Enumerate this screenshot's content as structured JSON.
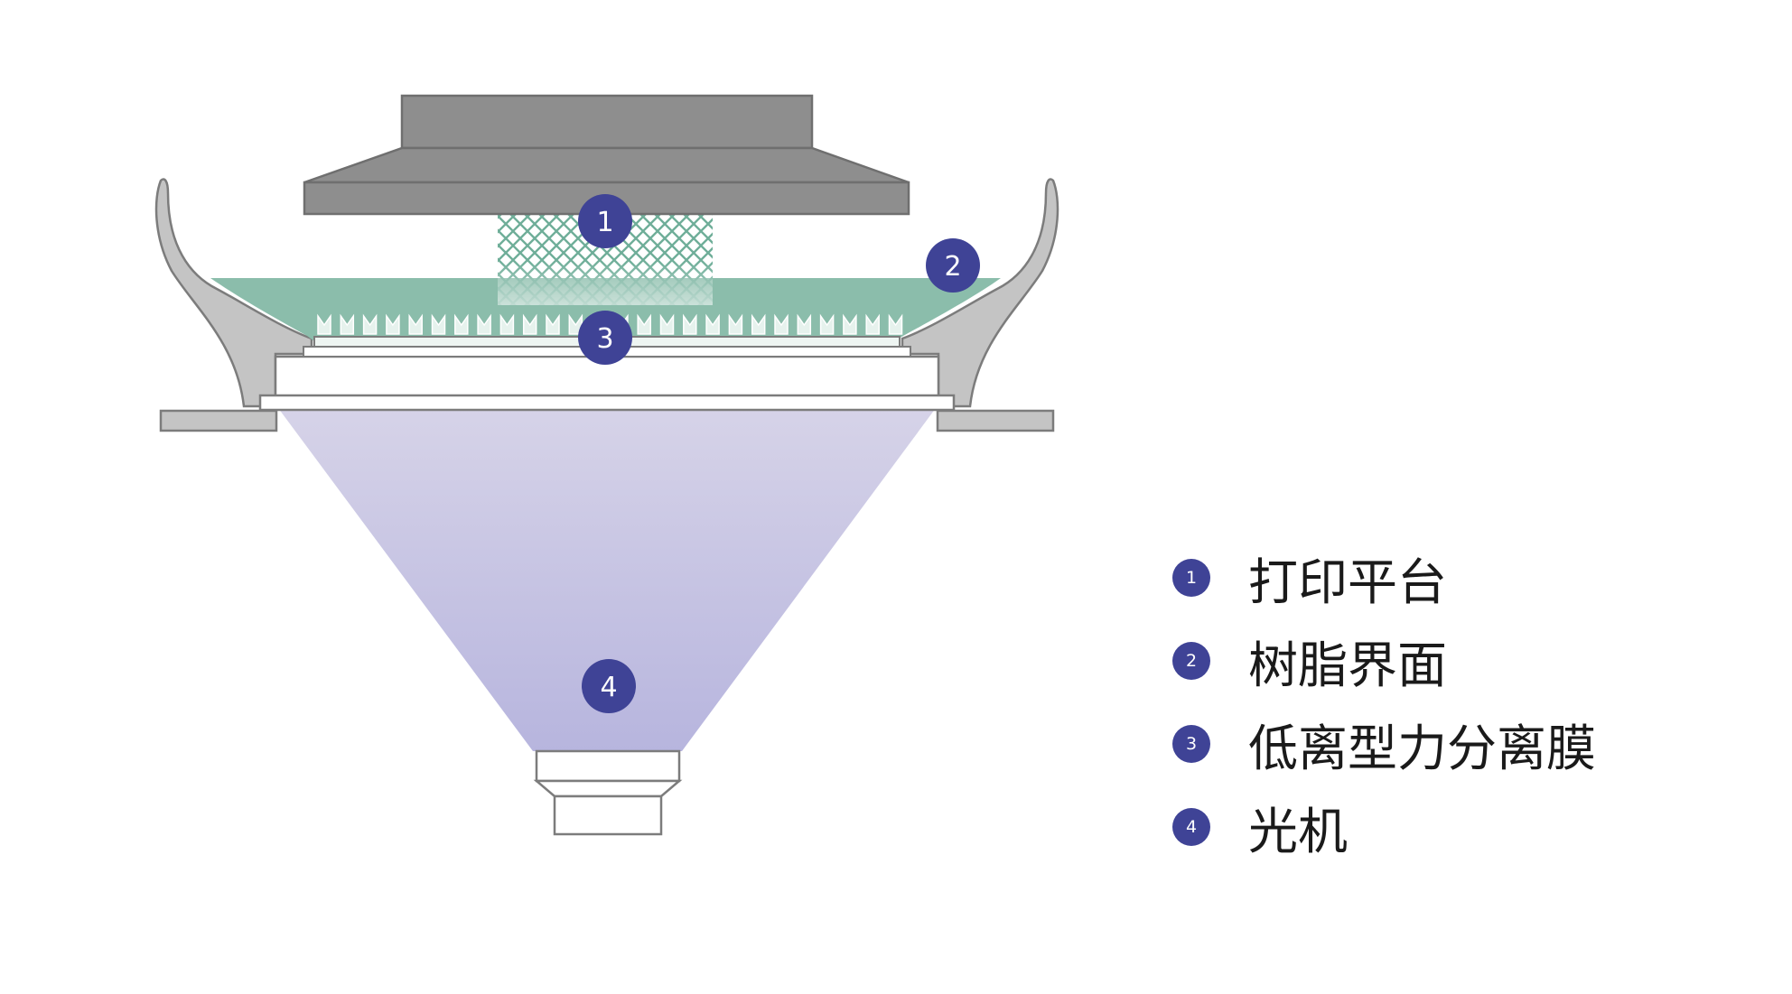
{
  "colors": {
    "platform": "#8e8e8e",
    "platform_edge": "#6f6f6f",
    "vat": "#c4c4c4",
    "vat_edge": "#7c7c7c",
    "resin": "#8bbdab",
    "lattice": "#6fae99",
    "uv_top": "#d6d3e8",
    "uv_bottom": "#b7b5de",
    "badge": "#3f4396",
    "text": "#1a1a1a"
  },
  "callouts": [
    {
      "id": "1",
      "label": "1"
    },
    {
      "id": "2",
      "label": "2"
    },
    {
      "id": "3",
      "label": "3"
    },
    {
      "id": "4",
      "label": "4"
    }
  ],
  "legend": [
    {
      "badge": "1",
      "label": "打印平台",
      "icon": "numbered-badge"
    },
    {
      "badge": "2",
      "label": "树脂界面",
      "icon": "numbered-badge"
    },
    {
      "badge": "3",
      "label": "低离型力分离膜",
      "icon": "numbered-badge"
    },
    {
      "badge": "4",
      "label": "光机",
      "icon": "numbered-badge"
    }
  ]
}
